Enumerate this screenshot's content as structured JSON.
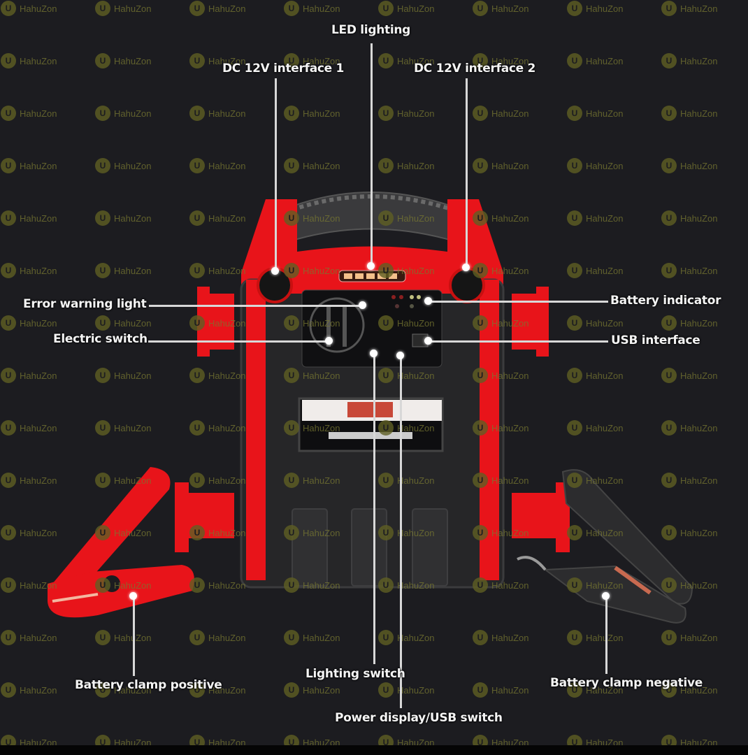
{
  "watermark": {
    "text": "HahuZon",
    "badge": "U",
    "color": "#6b6b2e"
  },
  "colors": {
    "background": "#1c1c20",
    "device_red": "#e8141a",
    "device_black": "#2a2a2c",
    "label_text": "#f4f4f4"
  },
  "labels": {
    "led_lighting": "LED lighting",
    "dc_interface_1": "DC 12V interface 1",
    "dc_interface_2": "DC 12V interface 2",
    "error_warning_light": "Error warning light",
    "electric_switch": "Electric switch",
    "battery_indicator": "Battery indicator",
    "usb_interface": "USB interface",
    "battery_clamp_positive": "Battery clamp positive",
    "lighting_switch": "Lighting switch",
    "power_display_usb_switch": "Power display/USB switch",
    "battery_clamp_negative": "Battery clamp negative"
  }
}
